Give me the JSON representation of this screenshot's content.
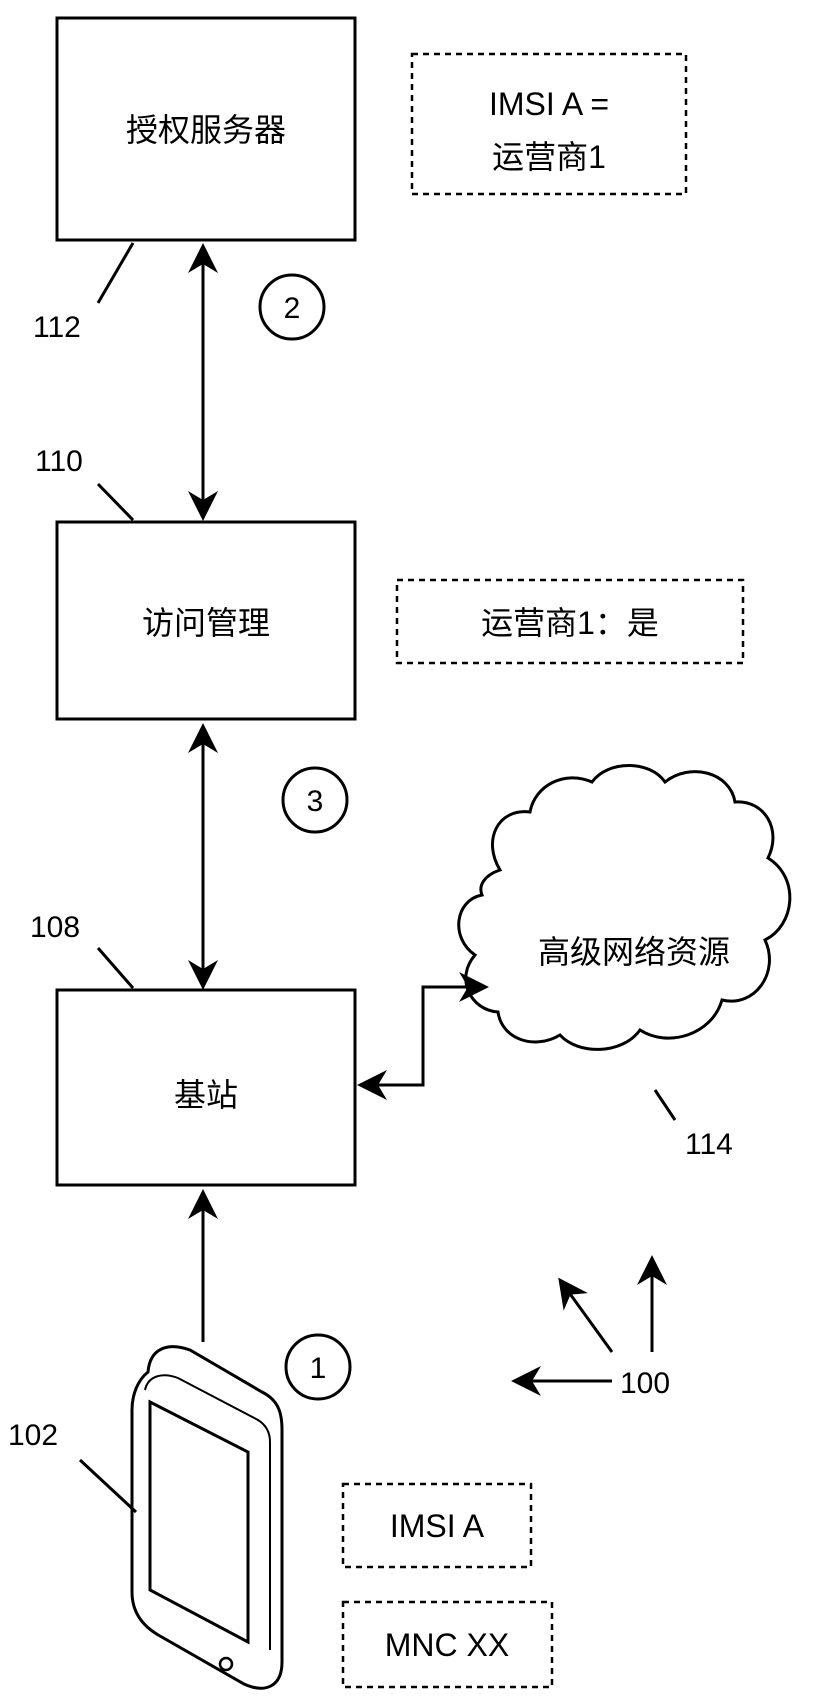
{
  "boxes": {
    "auth_server": "授权服务器",
    "access_mgmt": "访问管理",
    "base_station": "基站",
    "cloud": "高级网络资源"
  },
  "notes": {
    "imsi_map_line1": "IMSI A  =",
    "imsi_map_line2": "运营商1",
    "operator_yes": "运营商1：是",
    "imsi": "IMSI A",
    "mnc": "MNC XX"
  },
  "refs": {
    "r112": "112",
    "r110": "110",
    "r108": "108",
    "r114": "114",
    "r102": "102",
    "r100": "100"
  },
  "steps": {
    "s1": "1",
    "s2": "2",
    "s3": "3"
  }
}
